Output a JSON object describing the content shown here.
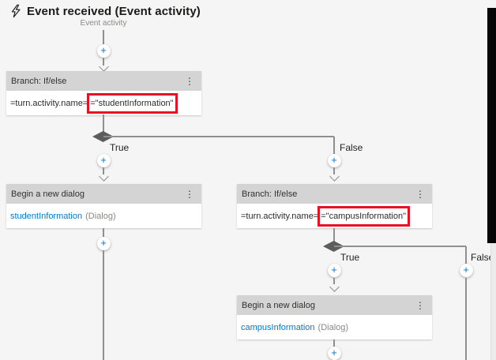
{
  "header": {
    "title": "Event received (Event activity)",
    "trigger_label": "Event activity"
  },
  "flow": {
    "branch_student": {
      "title": "Branch: If/else",
      "condition_prefix": "=turn.activity.name=",
      "condition_highlighted": "=\"studentInformation\""
    },
    "branch_student_true_label": "True",
    "branch_student_false_label": "False",
    "dialog_student": {
      "title": "Begin a new dialog",
      "dialog_name": "studentInformation",
      "dialog_suffix": "(Dialog)"
    },
    "branch_campus": {
      "title": "Branch: If/else",
      "condition_prefix": "=turn.activity.name=",
      "condition_highlighted": "=\"campusInformation\""
    },
    "branch_campus_true_label": "True",
    "branch_campus_false_label": "False",
    "dialog_campus": {
      "title": "Begin a new dialog",
      "dialog_name": "campusInformation",
      "dialog_suffix": "(Dialog)"
    }
  },
  "controls": {
    "add": "+",
    "menu": "⋮"
  },
  "colors": {
    "canvas_bg": "#f5f5f5",
    "node_header_bg": "#d4d4d4",
    "node_body_bg": "#ffffff",
    "accent_blue": "#0078d4",
    "annotation_red": "#e81123",
    "connector_gray": "#8f8f8f",
    "diamond_gray": "#5c5c5c",
    "side_bar_black": "#060606"
  }
}
